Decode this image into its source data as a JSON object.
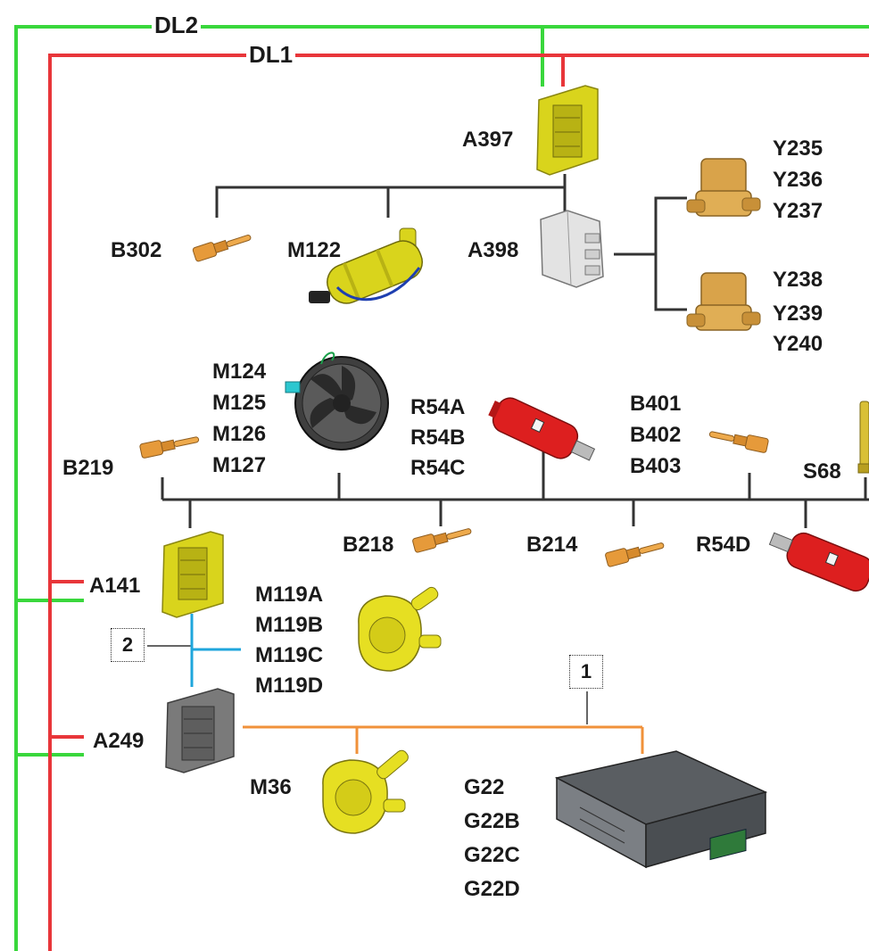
{
  "buses": {
    "dl2": "DL2",
    "dl1": "DL1"
  },
  "labels": {
    "a397": "A397",
    "b302": "B302",
    "m122": "M122",
    "a398": "A398",
    "y_upper": [
      "Y235",
      "Y236",
      "Y237"
    ],
    "y_lower": [
      "Y238",
      "Y239",
      "Y240"
    ],
    "m12x": [
      "M124",
      "M125",
      "M126",
      "M127"
    ],
    "r54abc": [
      "R54A",
      "R54B",
      "R54C"
    ],
    "b40x": [
      "B401",
      "B402",
      "B403"
    ],
    "b219": "B219",
    "s68": "S68",
    "b218": "B218",
    "b214": "B214",
    "r54d": "R54D",
    "a141": "A141",
    "m119": [
      "M119A",
      "M119B",
      "M119C",
      "M119D"
    ],
    "a249": "A249",
    "m36": "M36",
    "g22": [
      "G22",
      "G22B",
      "G22C",
      "G22D"
    ]
  },
  "callouts": {
    "c2": "2",
    "c1": "1"
  },
  "colors": {
    "dl2_line": "#39d73c",
    "dl1_line": "#e8363a",
    "connector": "#333333",
    "link_blue": "#1fa6dc",
    "link_orange": "#f0913a",
    "ecu_yellow": "#d9d41c",
    "pump_yellow": "#e6df22",
    "sensor_orange": "#e69a3a",
    "valve_gold": "#d9a34a",
    "heater_red": "#dd1f1f",
    "module_gray": "#7a7a7a",
    "box_light": "#e3e3e3",
    "battery_dark": "#4a4e52"
  },
  "icons": [
    "control-unit-icon",
    "temperature-sensor-icon",
    "pump-motor-icon",
    "junction-module-icon",
    "valve-icon",
    "fan-icon",
    "heater-icon",
    "coolant-pump-icon",
    "battery-pack-icon",
    "switch-icon"
  ]
}
